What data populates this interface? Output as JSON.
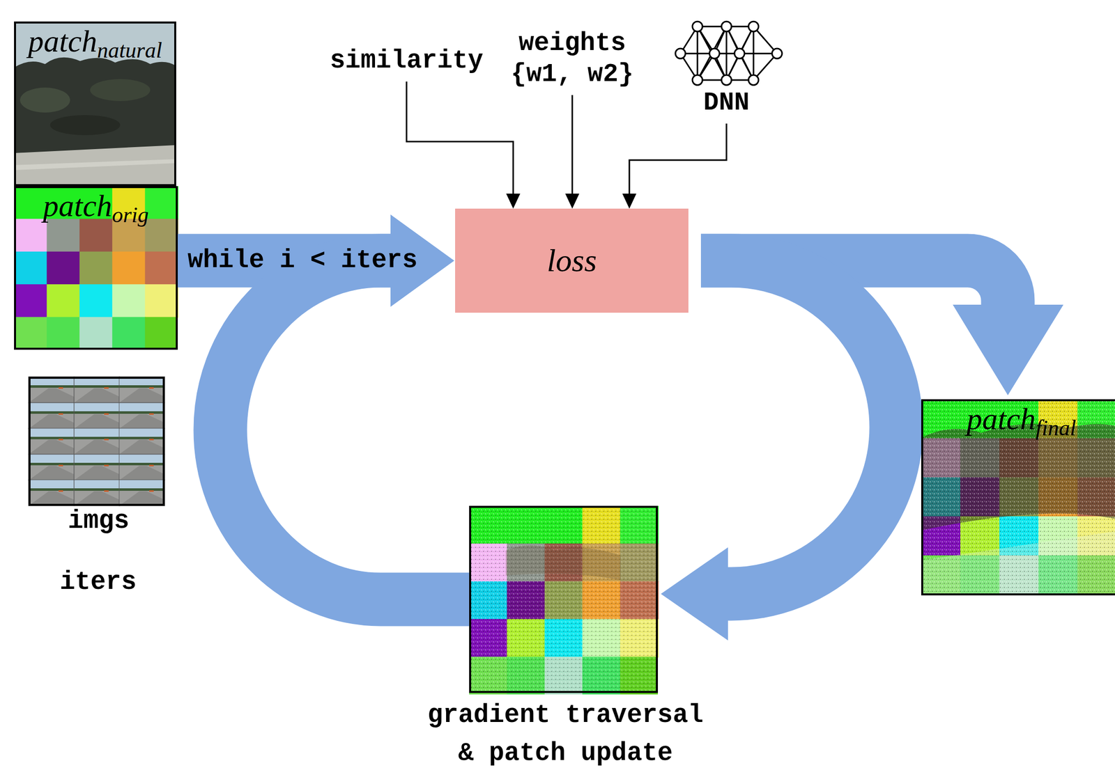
{
  "diagram": {
    "nodes": [
      {
        "text": [
          "patch",
          "natural"
        ]
      },
      {
        "text": [
          "patch",
          "orig"
        ]
      },
      {
        "text": [
          "imgs"
        ]
      },
      {
        "text": [
          "similarity"
        ]
      },
      {
        "text": [
          "weights {w1, w2}"
        ]
      },
      {
        "text": [
          "DNN"
        ]
      },
      {
        "text": [
          "loss"
        ]
      },
      {
        "text": [
          "gradient traversal & patch update"
        ]
      },
      {
        "text": [
          "patch",
          "final"
        ]
      }
    ],
    "edges": [
      {
        "from": 3,
        "to": 6,
        "arrow": "to"
      },
      {
        "from": 4,
        "to": 6,
        "arrow": "to"
      },
      {
        "from": 5,
        "to": 6,
        "arrow": "to"
      },
      {
        "from": 1,
        "to": 6,
        "label": "while i < iters",
        "arrow": "to"
      },
      {
        "from": 6,
        "to": 8,
        "arrow": "to"
      },
      {
        "from": 6,
        "to": 7,
        "arrow": "to"
      },
      {
        "from": 7,
        "to": 6,
        "arrow": "to"
      }
    ],
    "labels": [
      "iters"
    ]
  }
}
